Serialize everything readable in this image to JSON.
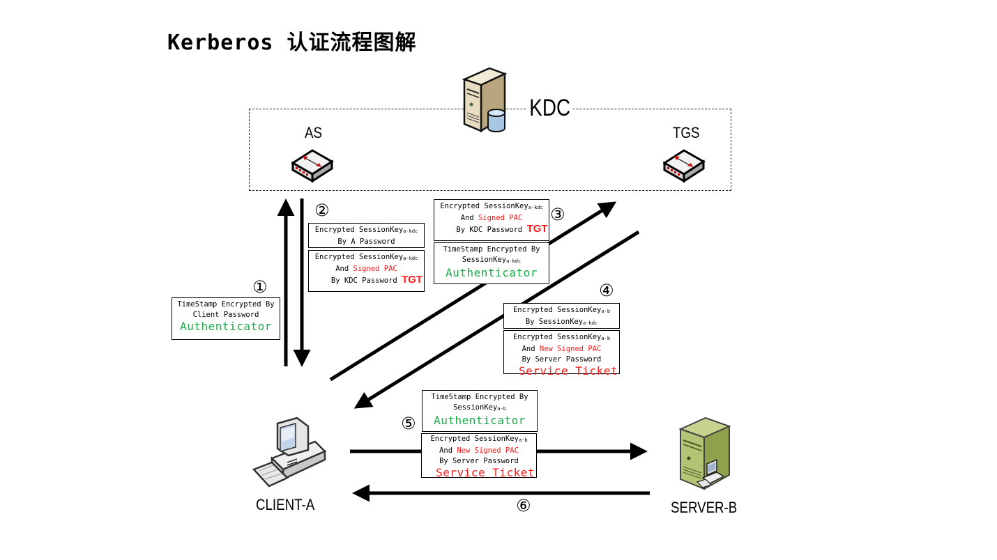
{
  "title": "Kerberos 认证流程图解",
  "nodes": {
    "kdc": {
      "label": "KDC",
      "icon": "server-database-icon"
    },
    "as": {
      "label": "AS",
      "icon": "switch-icon"
    },
    "tgs": {
      "label": "TGS",
      "icon": "switch-icon"
    },
    "client": {
      "label": "CLIENT-A",
      "icon": "desktop-computer-icon"
    },
    "server": {
      "label": "SERVER-B",
      "icon": "server-icon"
    }
  },
  "steps": {
    "s1": "①",
    "s2": "②",
    "s3": "③",
    "s4": "④",
    "s5": "⑤",
    "s6": "⑥"
  },
  "boxes": {
    "step1_auth": {
      "line1": "TimeStamp Encrypted By",
      "line2": "Client Password",
      "tag": "Authenticator"
    },
    "step2_key": {
      "line1": "Encrypted SessionKey",
      "line1_sub": "a-kdc",
      "line2": "By A Password"
    },
    "step2_tgt": {
      "line1": "Encrypted SessionKey",
      "line1_sub": "a-kdc",
      "line2_pre": "And ",
      "line2_red": "Signed PAC",
      "line3": "By KDC Password",
      "tag": "TGT"
    },
    "step3_tgt": {
      "line1": "Encrypted SessionKey",
      "line1_sub": "a-kdc",
      "line2_pre": "And ",
      "line2_red": "Signed PAC",
      "line3": "By KDC Password",
      "tag": "TGT"
    },
    "step3_auth": {
      "line1": "TimeStamp Encrypted By",
      "line2": "SessionKey",
      "line2_sub": "a-kdc",
      "tag": "Authenticator"
    },
    "step4_key": {
      "line1": "Encrypted SessionKey",
      "line1_sub": "a-b",
      "line2": "By SessionKey",
      "line2_sub": "a-kdc"
    },
    "step4_st": {
      "line1": "Encrypted SessionKey",
      "line1_sub": "a-b",
      "line2_pre": "And ",
      "line2_red": "New Signed PAC",
      "line3": "By Server Password",
      "tag": "Service Ticket"
    },
    "step5_auth": {
      "line1": "TimeStamp Encrypted By",
      "line2": "SessionKey",
      "line2_sub": "a-b",
      "tag": "Authenticator"
    },
    "step5_st": {
      "line1": "Encrypted SessionKey",
      "line1_sub": "a-b",
      "line2_pre": "And ",
      "line2_red": "New Signed PAC",
      "line3": "By Server Password",
      "tag": "Service Ticket"
    }
  },
  "colors": {
    "highlight_red": "#ff1a1a",
    "authenticator_green": "#1aaa4a",
    "arrow": "#000000"
  }
}
